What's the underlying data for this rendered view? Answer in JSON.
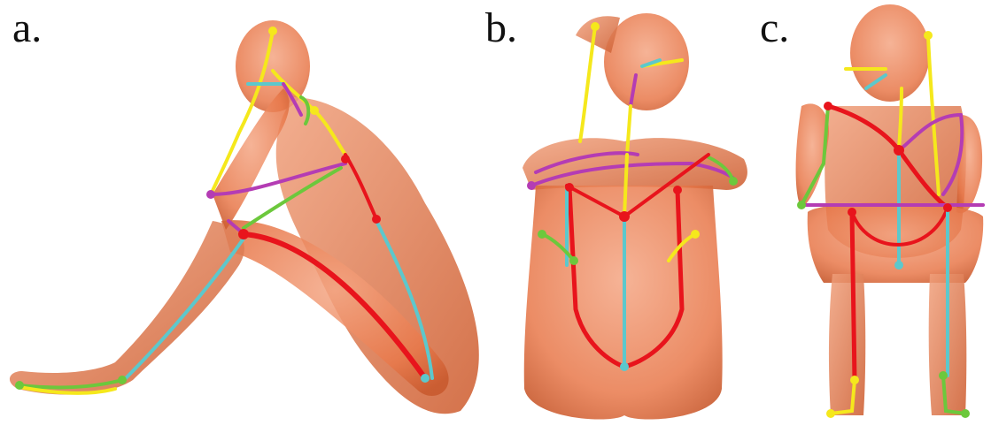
{
  "panels": [
    {
      "label": "a."
    },
    {
      "label": "b."
    },
    {
      "label": "c."
    }
  ],
  "colors": {
    "body": "#e8784a",
    "body_dark": "#c95a2e",
    "red": "#e8141c",
    "yellow": "#f5e81c",
    "cyan": "#5cc8cc",
    "green": "#6cc83c",
    "magenta": "#b43cb4"
  }
}
